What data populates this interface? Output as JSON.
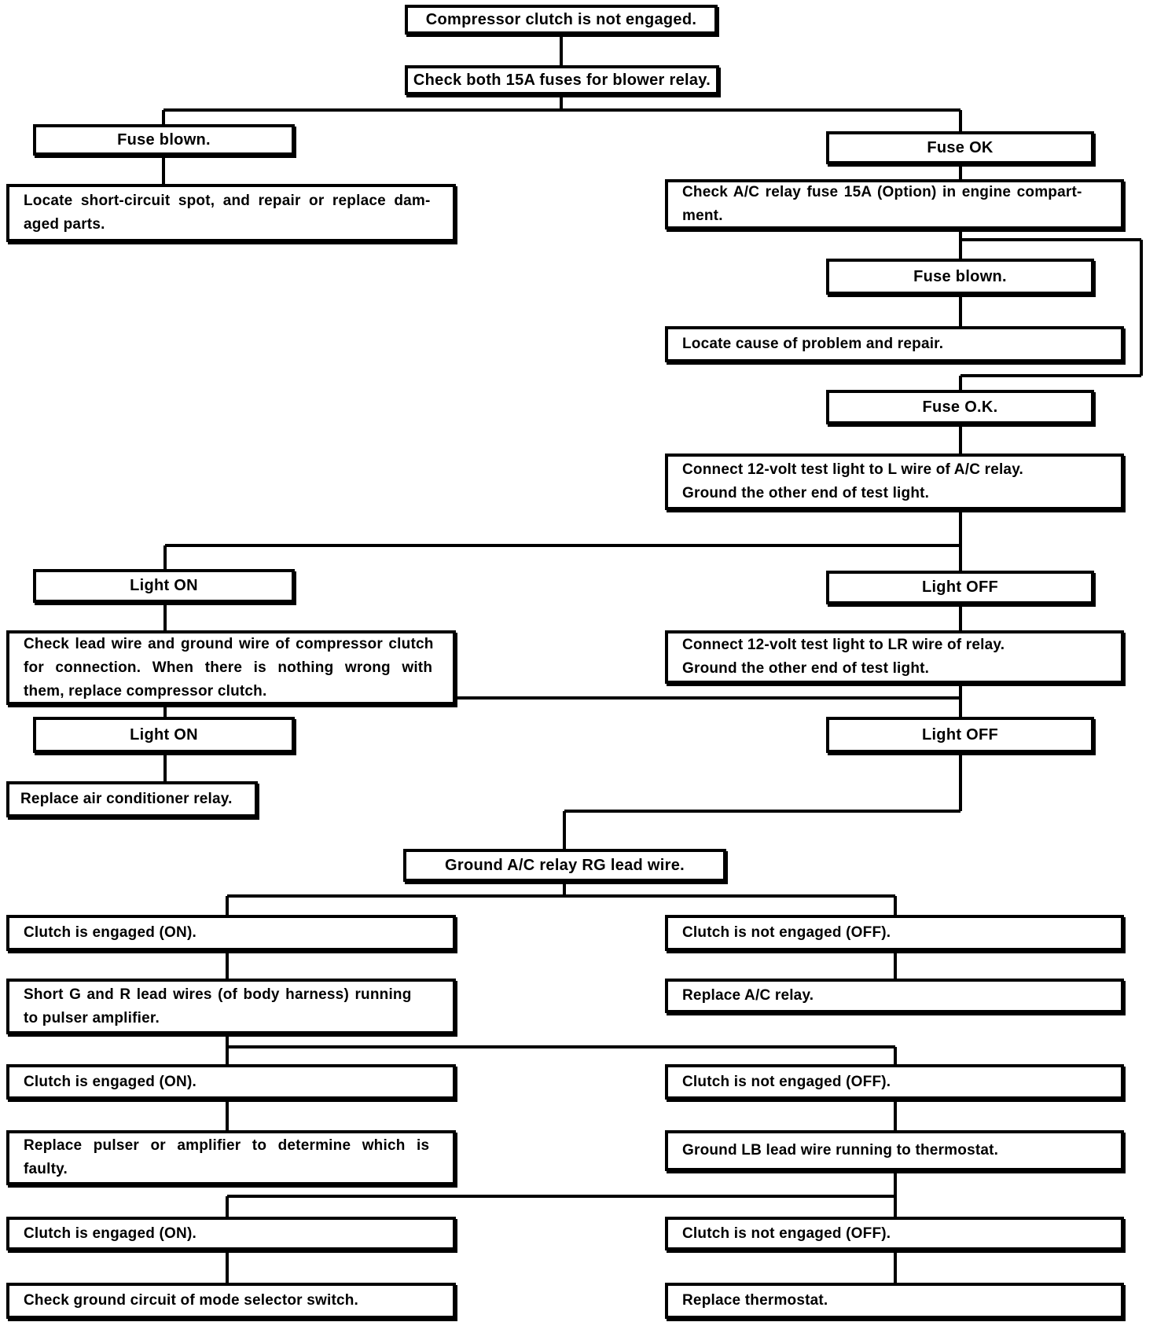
{
  "page": {
    "background": "#ffffff",
    "ink": "#000000"
  },
  "diagram": {
    "type": "flowchart",
    "nodes": {
      "start": {
        "label": "Compressor clutch is not engaged."
      },
      "check_fuses": {
        "label": "Check both 15A fuses for blower relay."
      },
      "fuse_blown_1": {
        "label": "Fuse blown."
      },
      "fuse_ok_1": {
        "label": "Fuse OK"
      },
      "locate_short": {
        "lines": [
          "Locate short-circuit spot, and repair or replace dam-",
          "aged parts."
        ]
      },
      "check_ac_relay_fuse": {
        "lines": [
          "Check A/C relay fuse 15A (Option) in engine compart-",
          "ment."
        ]
      },
      "fuse_blown_2": {
        "label": "Fuse blown."
      },
      "locate_cause": {
        "label": "Locate cause of problem and repair."
      },
      "fuse_ok_2": {
        "label": "Fuse O.K."
      },
      "connect_l_wire": {
        "lines": [
          "Connect 12-volt test light to L wire of A/C relay.",
          "Ground the other end of test light."
        ]
      },
      "light_on_1": {
        "label": "Light ON"
      },
      "light_off_1": {
        "label": "Light OFF"
      },
      "check_lead_wire": {
        "lines": [
          "Check lead wire and ground wire of compressor clutch",
          "for connection. When there is nothing wrong with",
          "them, replace compressor clutch."
        ]
      },
      "connect_lr_wire": {
        "lines": [
          "Connect 12-volt test light to LR wire of relay.",
          "Ground the other end of test light."
        ]
      },
      "light_on_2": {
        "label": "Light ON"
      },
      "light_off_2": {
        "label": "Light OFF"
      },
      "replace_air_conditioner_relay": {
        "label": "Replace air conditioner relay."
      },
      "ground_rg": {
        "label": "Ground A/C relay RG lead wire."
      },
      "clutch_on_1": {
        "label": "Clutch is engaged (ON)."
      },
      "clutch_off_1": {
        "label": "Clutch is not engaged (OFF)."
      },
      "short_g_r": {
        "lines": [
          "Short G and R lead wires (of body harness) running",
          "to pulser amplifier."
        ]
      },
      "replace_ac_relay": {
        "label": "Replace A/C relay."
      },
      "clutch_on_2": {
        "label": "Clutch is engaged (ON)."
      },
      "clutch_off_2": {
        "label": "Clutch is not engaged (OFF)."
      },
      "replace_pulser": {
        "lines": [
          "Replace pulser or amplifier to determine which is",
          "faulty."
        ]
      },
      "ground_lb": {
        "label": "Ground LB lead wire running to thermostat."
      },
      "clutch_on_3": {
        "label": "Clutch is engaged (ON)."
      },
      "clutch_off_3": {
        "label": "Clutch is not engaged (OFF)."
      },
      "check_ground_mode": {
        "label": "Check ground circuit of mode selector switch."
      },
      "replace_thermostat": {
        "label": "Replace thermostat."
      }
    },
    "edges": [
      [
        "start",
        "check_fuses"
      ],
      [
        "check_fuses",
        "fuse_blown_1"
      ],
      [
        "check_fuses",
        "fuse_ok_1"
      ],
      [
        "fuse_blown_1",
        "locate_short"
      ],
      [
        "fuse_ok_1",
        "check_ac_relay_fuse"
      ],
      [
        "check_ac_relay_fuse",
        "fuse_blown_2"
      ],
      [
        "check_ac_relay_fuse",
        "fuse_ok_2"
      ],
      [
        "fuse_blown_2",
        "locate_cause"
      ],
      [
        "fuse_ok_2",
        "connect_l_wire"
      ],
      [
        "connect_l_wire",
        "light_on_1"
      ],
      [
        "connect_l_wire",
        "light_off_1"
      ],
      [
        "light_on_1",
        "check_lead_wire"
      ],
      [
        "light_off_1",
        "connect_lr_wire"
      ],
      [
        "connect_lr_wire",
        "light_on_2"
      ],
      [
        "connect_lr_wire",
        "light_off_2"
      ],
      [
        "light_on_2",
        "replace_air_conditioner_relay"
      ],
      [
        "light_off_2",
        "ground_rg"
      ],
      [
        "ground_rg",
        "clutch_on_1"
      ],
      [
        "ground_rg",
        "clutch_off_1"
      ],
      [
        "clutch_on_1",
        "short_g_r"
      ],
      [
        "clutch_off_1",
        "replace_ac_relay"
      ],
      [
        "short_g_r",
        "clutch_on_2"
      ],
      [
        "short_g_r",
        "clutch_off_2"
      ],
      [
        "clutch_on_2",
        "replace_pulser"
      ],
      [
        "clutch_off_2",
        "ground_lb"
      ],
      [
        "ground_lb",
        "clutch_on_3"
      ],
      [
        "ground_lb",
        "clutch_off_3"
      ],
      [
        "clutch_on_3",
        "check_ground_mode"
      ],
      [
        "clutch_off_3",
        "replace_thermostat"
      ]
    ]
  }
}
